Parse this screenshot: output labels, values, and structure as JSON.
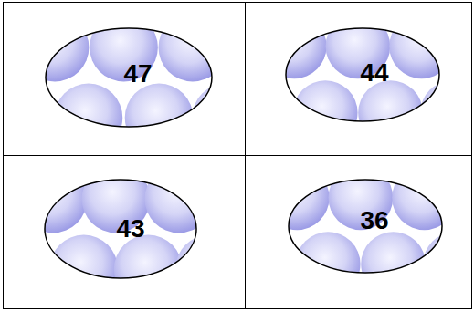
{
  "diagram": {
    "nodes": [
      {
        "text": [
          "47"
        ]
      },
      {
        "text": [
          "44"
        ]
      },
      {
        "text": [
          "43"
        ]
      },
      {
        "text": [
          "36"
        ]
      }
    ]
  }
}
